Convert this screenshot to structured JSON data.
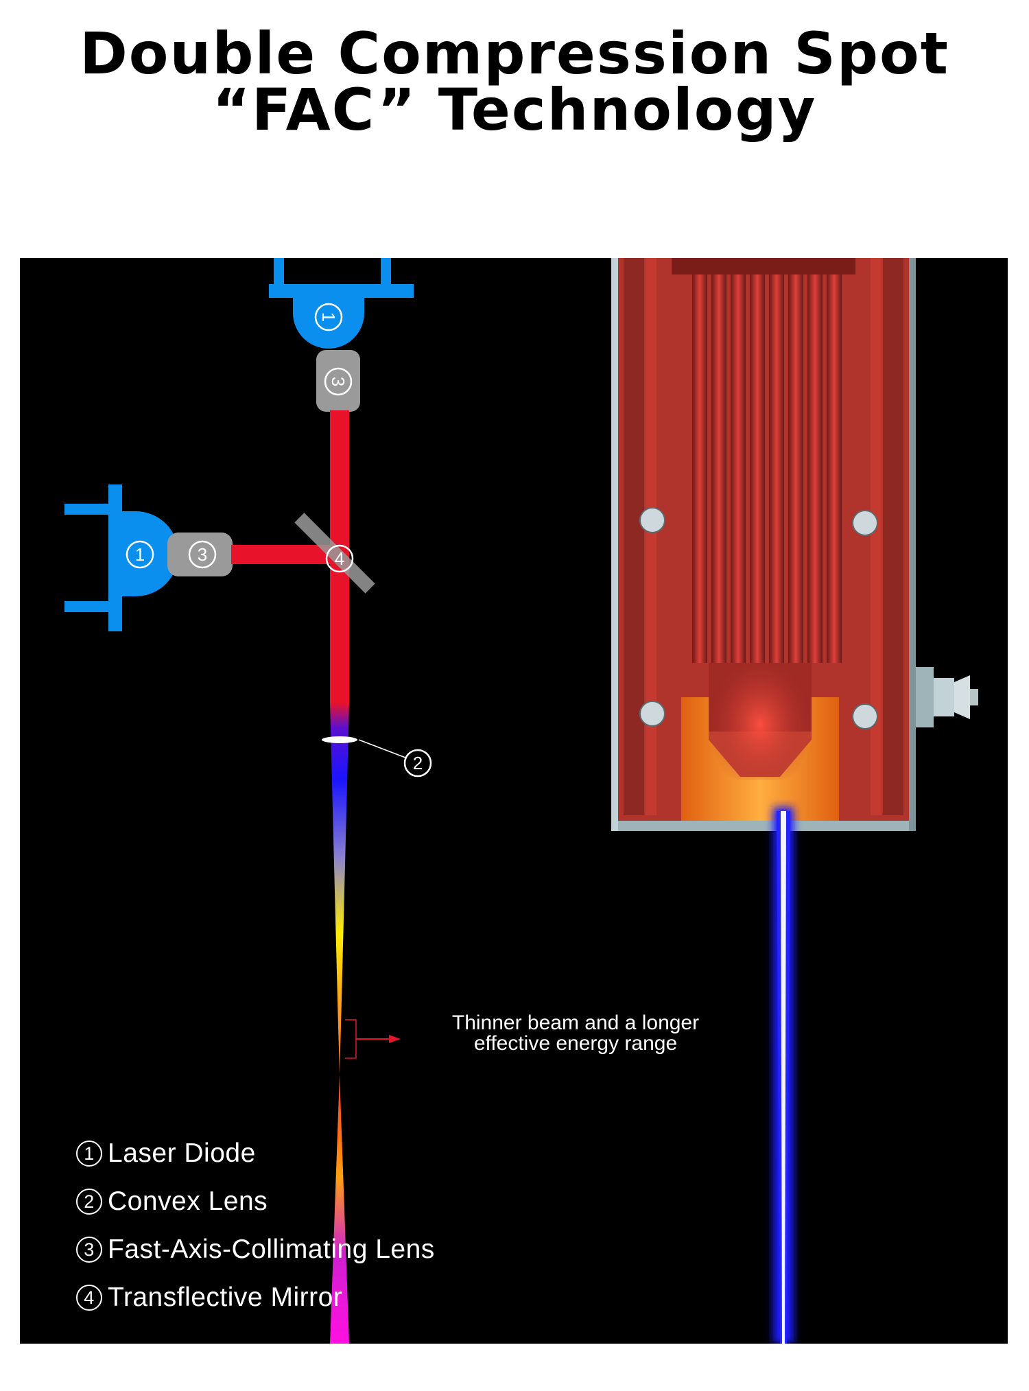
{
  "title": {
    "line1": "Double Compression Spot",
    "line2": "“FAC” Technology"
  },
  "diagram": {
    "labels": {
      "laser_diode": "1",
      "convex_lens": "2",
      "fac_lens": "3",
      "mirror": "4"
    },
    "callout": {
      "line1": "Thinner beam and a longer",
      "line2": "effective energy range"
    }
  },
  "legend": [
    {
      "num": "1",
      "label": "Laser Diode"
    },
    {
      "num": "2",
      "label": "Convex Lens"
    },
    {
      "num": "3",
      "label": "Fast-Axis-Collimating Lens"
    },
    {
      "num": "4",
      "label": "Transflective Mirror"
    }
  ],
  "colors": {
    "diode": "#0a8fee",
    "beam_red": "#e8132a",
    "lens_gray": "#999999",
    "laser_blue": "#1a1aff",
    "housing_red": "#b0332c",
    "housing_frame": "#9fb4b8",
    "orange_block": "#ff7a10"
  }
}
